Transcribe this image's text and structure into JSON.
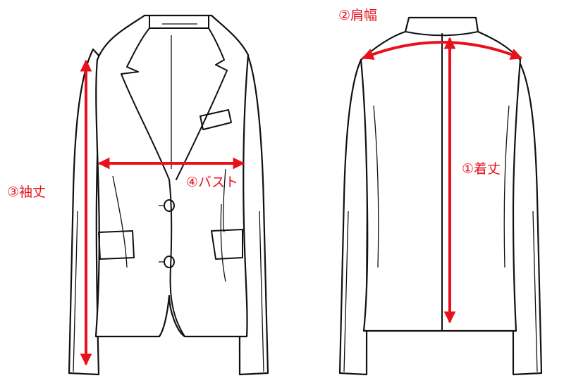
{
  "accent_color": "#e8111b",
  "measurements": {
    "length": "①着丈",
    "shoulder": "②肩幅",
    "sleeve": "③袖丈",
    "bust": "④バスト"
  },
  "views": [
    "jacket-front-view",
    "jacket-back-view"
  ]
}
